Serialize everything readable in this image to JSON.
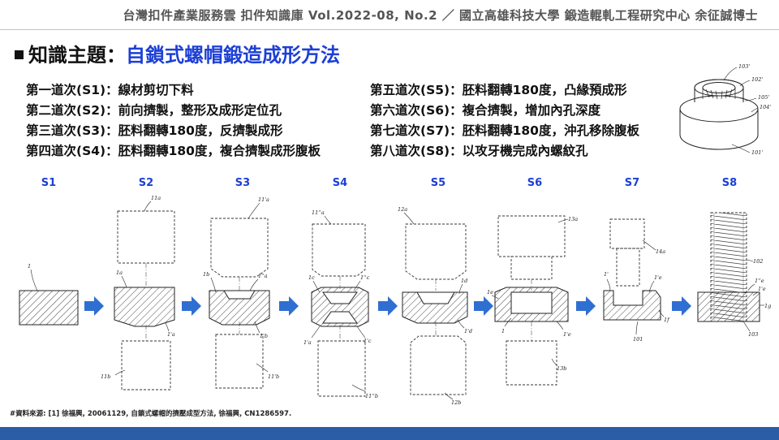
{
  "header": {
    "text": "台灣扣件產業服務雲 扣件知識庫 Vol.2022-08, No.2 ／ 國立高雄科技大學  鍛造輥軋工程研究中心  余征誠博士"
  },
  "topic": {
    "prefix": "知識主題：",
    "title": "自鎖式螺帽鍛造成形方法"
  },
  "steps_left": [
    "第一道次(S1)：線材剪切下料",
    "第二道次(S2)：前向擠製，整形及成形定位孔",
    "第三道次(S3)：胚料翻轉180度，反擠製成形",
    "第四道次(S4)：胚料翻轉180度，複合擠製成形腹板"
  ],
  "steps_right": [
    "第五道次(S5)：胚料翻轉180度，凸緣預成形",
    "第六道次(S6)：複合擠製，增加內孔深度",
    "第七道次(S7)：胚料翻轉180度，沖孔移除腹板",
    "第八道次(S8)：以攻牙機完成內螺紋孔"
  ],
  "stage_labels": [
    "S1",
    "S2",
    "S3",
    "S4",
    "S5",
    "S6",
    "S7",
    "S8"
  ],
  "nut_refs": [
    "103'",
    "102'",
    "105'",
    "104'",
    "101'"
  ],
  "callouts": {
    "s1": [
      "1"
    ],
    "s2": [
      "11a",
      "1a",
      "1'a",
      "11b"
    ],
    "s3": [
      "11'a",
      "1b",
      "1''a",
      "1'b",
      "11'b"
    ],
    "s4": [
      "11''a",
      "1c",
      "1''c",
      "1'a",
      "1'c",
      "11''b"
    ],
    "s5": [
      "12a",
      "1d",
      "1'd",
      "12b"
    ],
    "s6": [
      "13a",
      "1e",
      "1",
      "1'e",
      "13b"
    ],
    "s7": [
      "14a",
      "1'",
      "1'e",
      "1f",
      "101"
    ],
    "s8": [
      "102",
      "1''e",
      "1'e",
      "1g",
      "103"
    ]
  },
  "source": "#資料來源: [1] 徐福興, 20061129, 自鎖式螺帽的擠壓成型方法, 徐福興, CN1286597.",
  "colors": {
    "accent": "#1c3fd6",
    "arrow": "#2f6fd1",
    "footer": "#2b5ca6",
    "header_text": "#555555"
  }
}
